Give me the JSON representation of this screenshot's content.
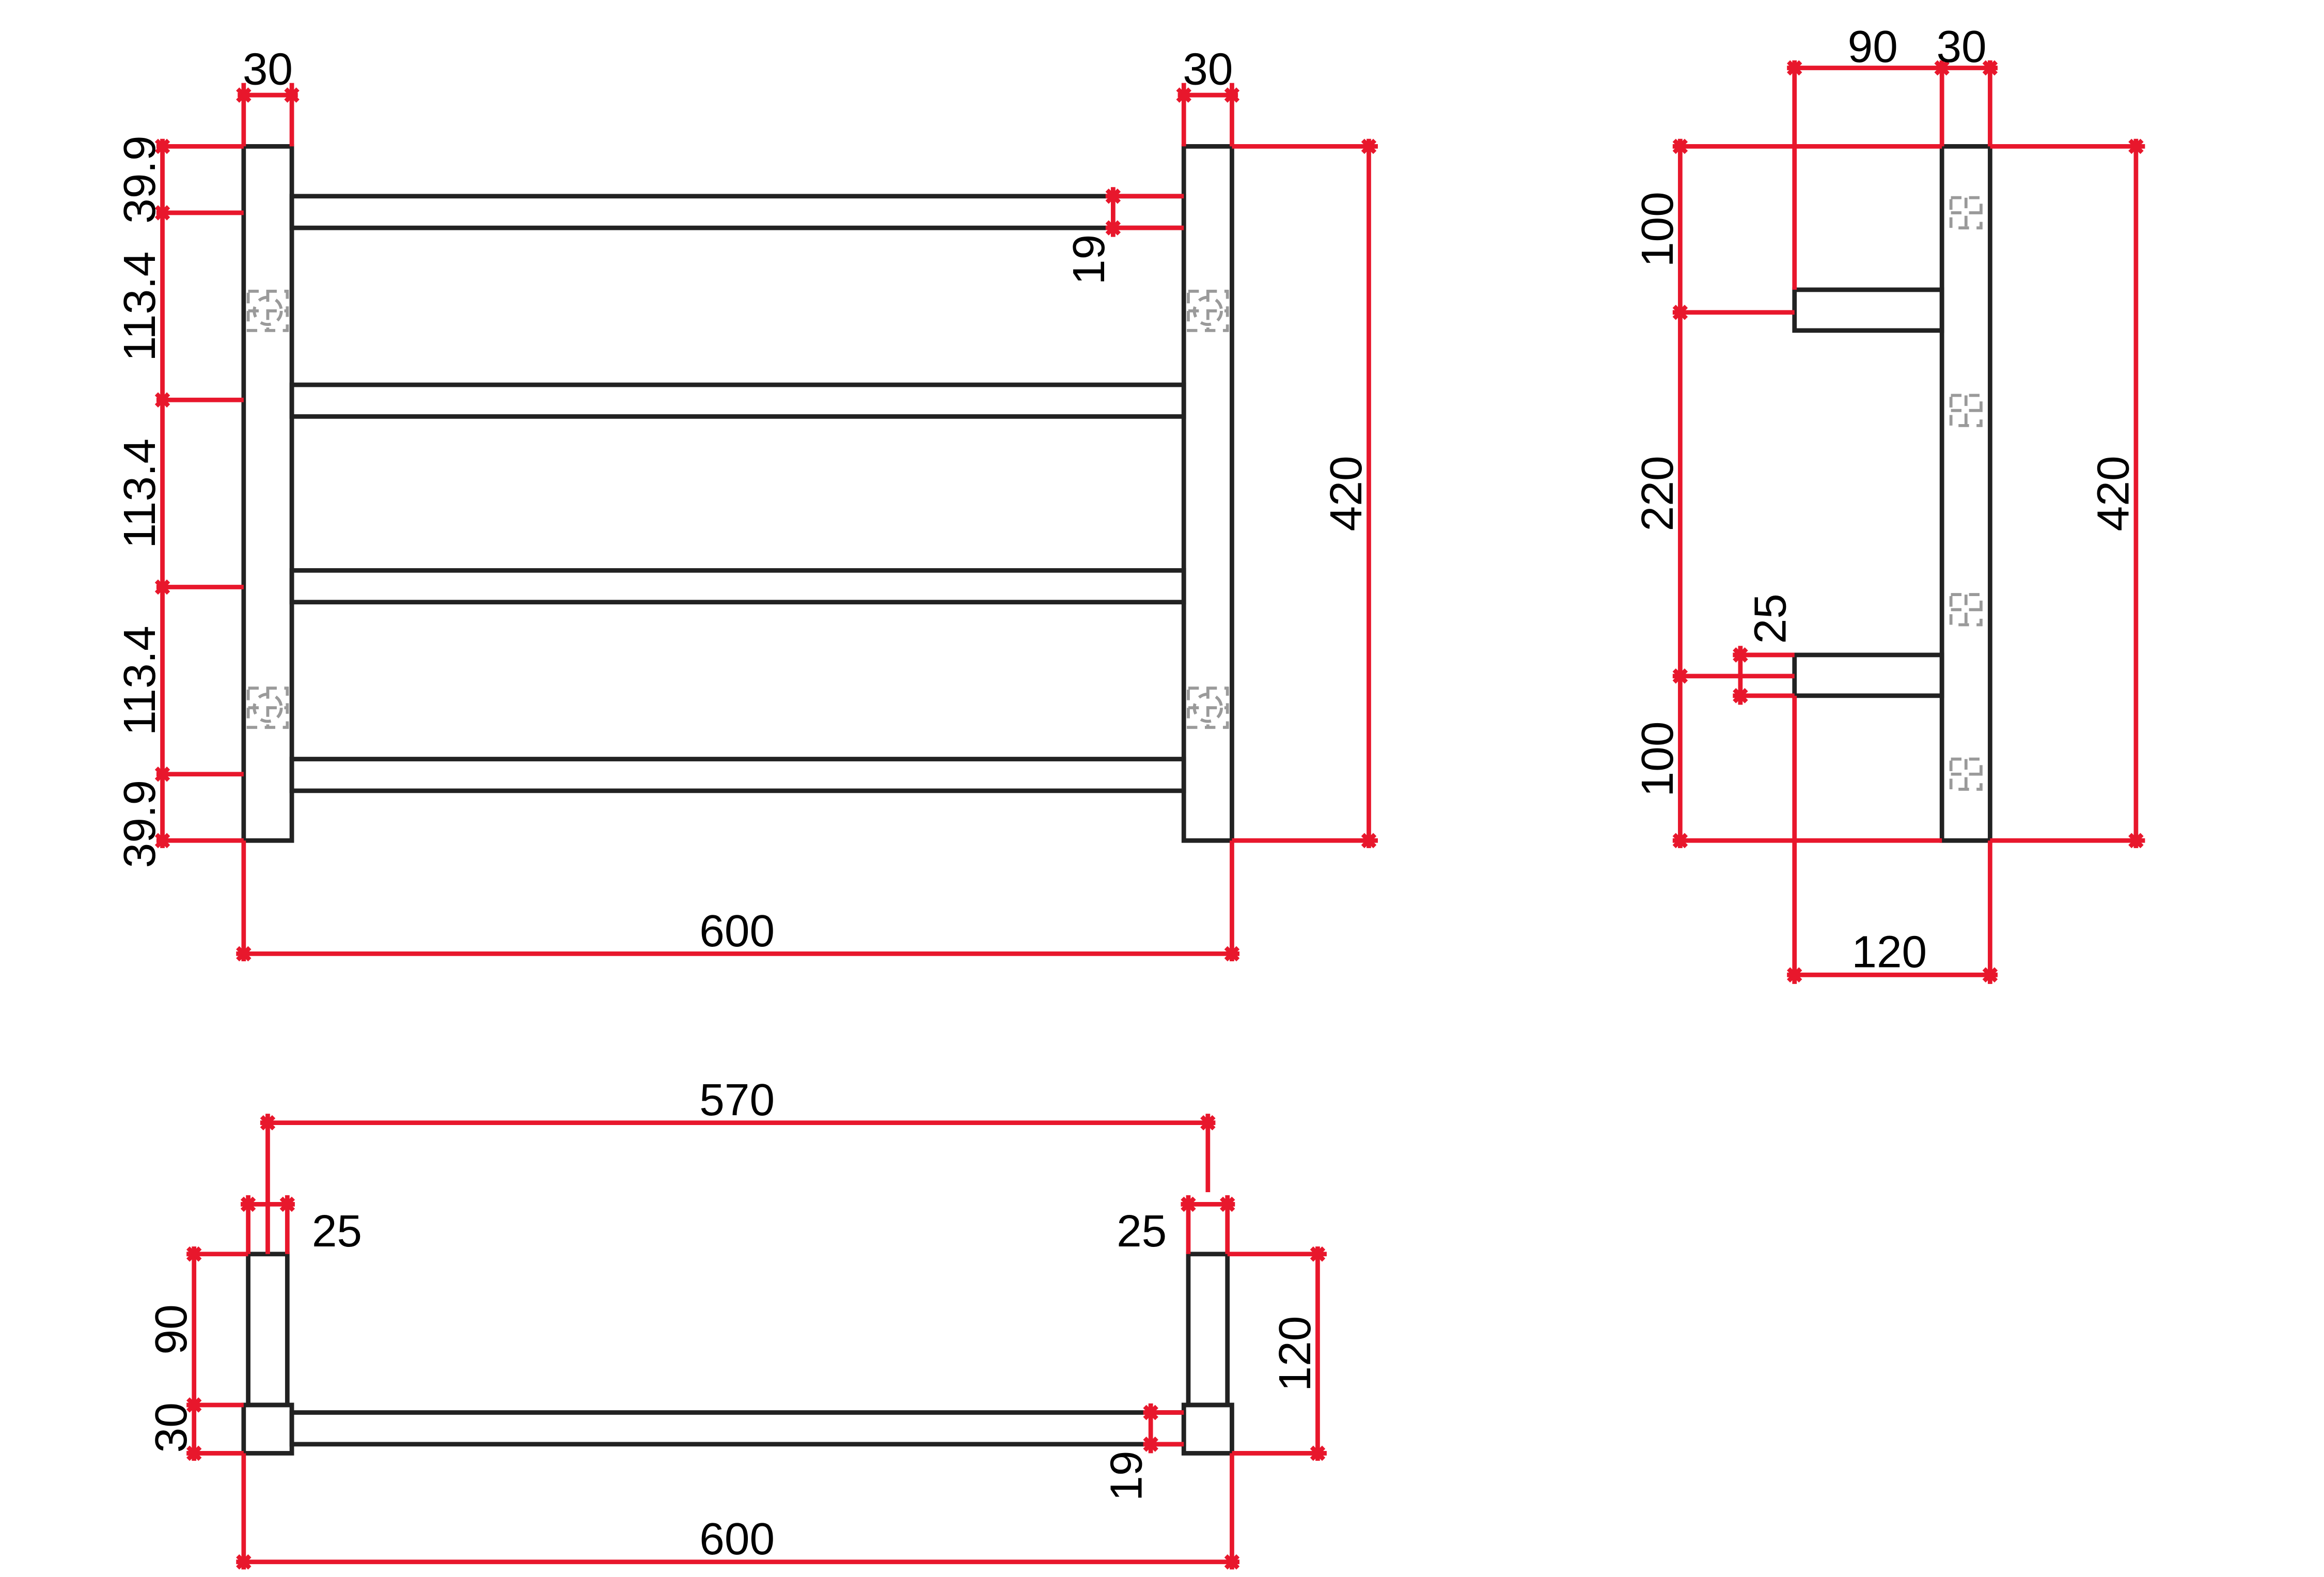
{
  "drawing": {
    "colors": {
      "object_line": "#222222",
      "dimension_line": "#e8172c",
      "hidden_line": "#9a9a9a",
      "background": "#ffffff"
    },
    "front_view": {
      "post_width_left": "30",
      "post_width_right": "30",
      "gap_top": "39.9",
      "pitch_1": "113.4",
      "pitch_2": "113.4",
      "pitch_3": "113.4",
      "gap_bottom": "39.9",
      "bar_height": "19",
      "total_height": "420",
      "total_width": "600"
    },
    "side_view": {
      "arm_length": "90",
      "post_depth": "30",
      "top_offset": "100",
      "middle_span": "220",
      "bottom_offset": "100",
      "arm_thickness": "25",
      "total_height": "420",
      "total_depth": "120"
    },
    "top_view": {
      "inner_span": "570",
      "arm_width_left": "25",
      "arm_width_right": "25",
      "arm_length": "90",
      "post_depth": "30",
      "total_depth": "120",
      "bar_height": "19",
      "total_width": "600"
    }
  }
}
